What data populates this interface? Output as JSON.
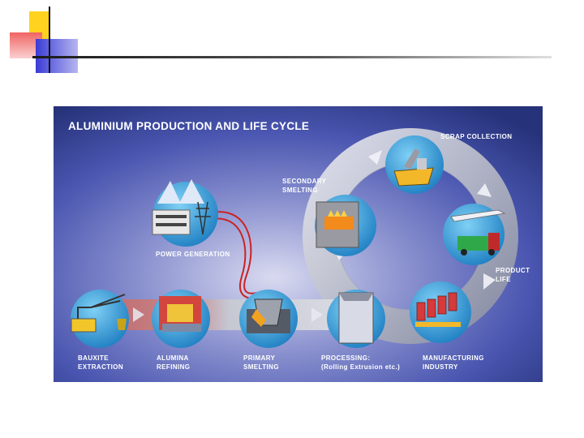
{
  "title": "ALUMINIUM PRODUCTION AND LIFE CYCLE",
  "stages": {
    "bauxite_extraction": [
      "BAUXITE",
      "EXTRACTION"
    ],
    "alumina_refining": [
      "ALUMINA",
      "REFINING"
    ],
    "primary_smelting": [
      "PRIMARY",
      "SMELTING"
    ],
    "processing": [
      "PROCESSING:",
      "(Rolling Extrusion etc.)"
    ],
    "manufacturing_industry": [
      "MANUFACTURING",
      "INDUSTRY"
    ],
    "product_life": [
      "PRODUCT",
      "LIFE"
    ],
    "scrap_collection": [
      "SCRAP COLLECTION"
    ],
    "secondary_smelting": [
      "SECONDARY",
      "SMELTING"
    ],
    "power_generation": [
      "POWER GENERATION"
    ]
  },
  "colors": {
    "panel_dark": "#25307a",
    "panel_mid": "#4a56b0",
    "panel_light": "#c9cbe9",
    "node": "#2f97d6",
    "arrow_red": "#c66a6a",
    "arrow_grey": "#c9cbd3",
    "wire": "#cc2222",
    "deco_yellow": "#ffd21f",
    "deco_red": "#f06464",
    "deco_blue": "#3b3bd6"
  }
}
